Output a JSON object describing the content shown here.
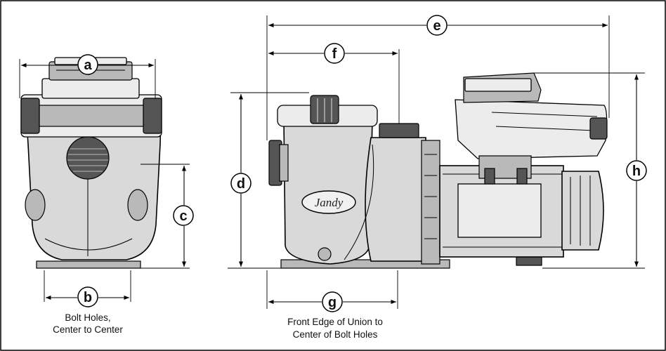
{
  "labels": {
    "a": "a",
    "b": "b",
    "c": "c",
    "d": "d",
    "e": "e",
    "f": "f",
    "g": "g",
    "h": "h"
  },
  "captions": {
    "bolt_holes_line1": "Bolt Holes,",
    "bolt_holes_line2": "Center to Center",
    "front_edge_line1": "Front Edge of Union to",
    "front_edge_line2": "Center of Bolt Holes"
  },
  "brand": "Jandy",
  "colors": {
    "stroke": "#000000",
    "fill_body": "#d9d9d9",
    "fill_dark": "#555555"
  }
}
